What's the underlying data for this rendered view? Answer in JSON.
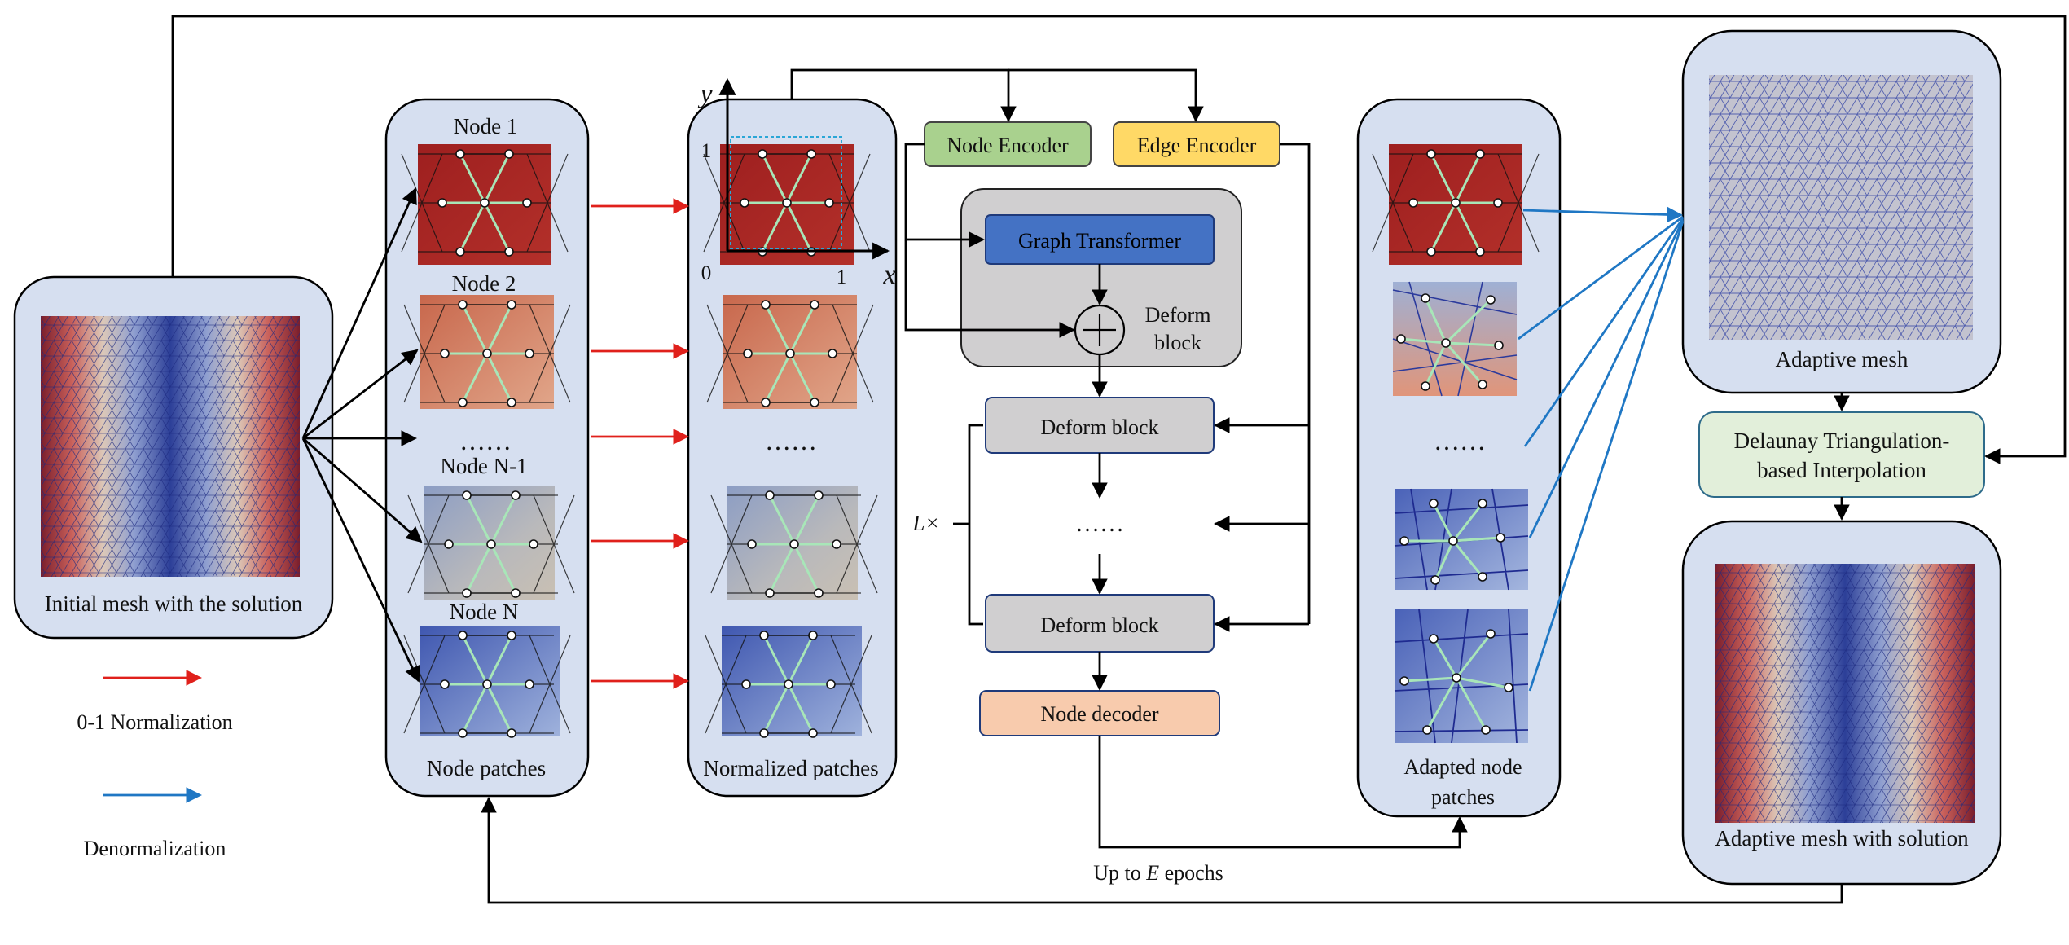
{
  "labels": {
    "initial_mesh": "Initial mesh with the solution",
    "node_1": "Node 1",
    "node_2": "Node 2",
    "node_dots": "……",
    "node_n1": "Node N-1",
    "node_n": "Node N",
    "node_patches": "Node patches",
    "normalized_patches": "Normalized patches",
    "axis_y": "y",
    "axis_x": "x",
    "tick_1": "1",
    "tick_0": "0",
    "tick_1x": "1",
    "node_encoder": "Node Encoder",
    "edge_encoder": "Edge Encoder",
    "graph_transformer": "Graph Transformer",
    "deform_block_inner_1": "Deform",
    "deform_block_inner_2": "block",
    "deform_block": "Deform block",
    "dots": "……",
    "l_times": "L×",
    "node_decoder": "Node decoder",
    "up_to": "Up to",
    "epochs_var": "E",
    "epochs": "epochs",
    "adapted_1": "Adapted node",
    "adapted_2": "patches",
    "adaptive_mesh": "Adaptive mesh",
    "delaunay_1": "Delaunay Triangulation-",
    "delaunay_2": "based Interpolation",
    "adaptive_with_solution": "Adaptive mesh with solution",
    "legend_norm": "0-1 Normalization",
    "legend_denorm": "Denormalization"
  },
  "colors": {
    "panel_fill": "#d6dff0",
    "node_encoder": "#a9d18e",
    "edge_encoder": "#ffd966",
    "graph_transformer": "#4472c4",
    "deform_gray": "#d0cfd0",
    "node_decoder": "#f8cbad",
    "delaunay": "#e2efda",
    "normalization_arrow": "#e0201b",
    "denormalization_arrow": "#1f77c4"
  }
}
